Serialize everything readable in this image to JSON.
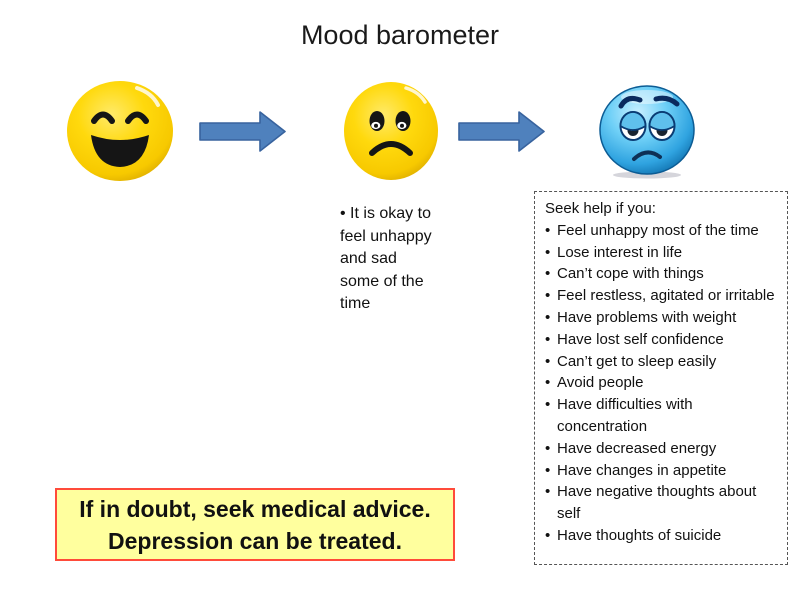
{
  "title": "Mood barometer",
  "bullet_char": "•",
  "faces": [
    {
      "name": "happy-face",
      "mood": "happy",
      "color": "#FFD90D"
    },
    {
      "name": "unhappy-face",
      "mood": "unhappy",
      "color": "#FFD90D"
    },
    {
      "name": "depressed-face",
      "mood": "depressed",
      "color": "#2FA3E0"
    }
  ],
  "note": {
    "text": "• It is okay to feel unhappy and sad some of the time"
  },
  "seek_help_box": {
    "header": "Seek help if you:",
    "items": [
      "Feel unhappy most of the time",
      "Lose interest in life",
      "Can’t cope with things",
      "Feel restless, agitated or irritable",
      "Have problems with weight",
      "Have lost self confidence",
      "Can’t get to sleep easily",
      "Avoid people",
      "Have difficulties with concentration",
      "Have decreased energy",
      "Have changes in appetite",
      "Have negative thoughts about self",
      "Have thoughts of suicide"
    ]
  },
  "advice_box": {
    "line1": "If in doubt, seek medical advice.",
    "line2": "Depression can be treated."
  },
  "colors": {
    "arrow_fill": "#4F81BD",
    "arrow_border": "#38639E",
    "advice_bg": "#FFFF9E",
    "advice_border": "#FF4B3A",
    "text": "#1A1A1A"
  }
}
